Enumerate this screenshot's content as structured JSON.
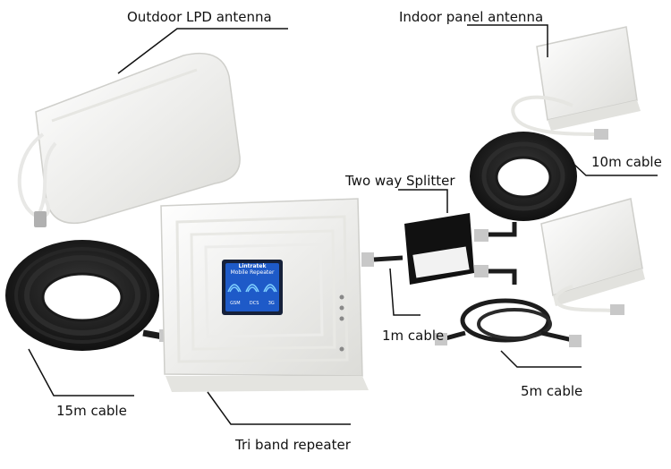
{
  "labels": {
    "outdoor_antenna": "Outdoor LPD antenna",
    "indoor_antenna": "Indoor panel antenna",
    "splitter": "Two way Splitter",
    "cable_10m": "10m cable",
    "cable_1m": "1m cable",
    "cable_15m": "15m cable",
    "cable_5m": "5m cable",
    "repeater": "Tri band repeater"
  },
  "repeater_screen": {
    "brand": "Lintratek",
    "subtitle": "Mobile Repeater",
    "bands": [
      "GSM",
      "DCS",
      "3G"
    ]
  },
  "colors": {
    "antenna_white": "#f3f3f1",
    "cable_black": "#1c1c1c",
    "screen_blue": "#1e5ac8",
    "connector_silver": "#c8c8c8"
  }
}
